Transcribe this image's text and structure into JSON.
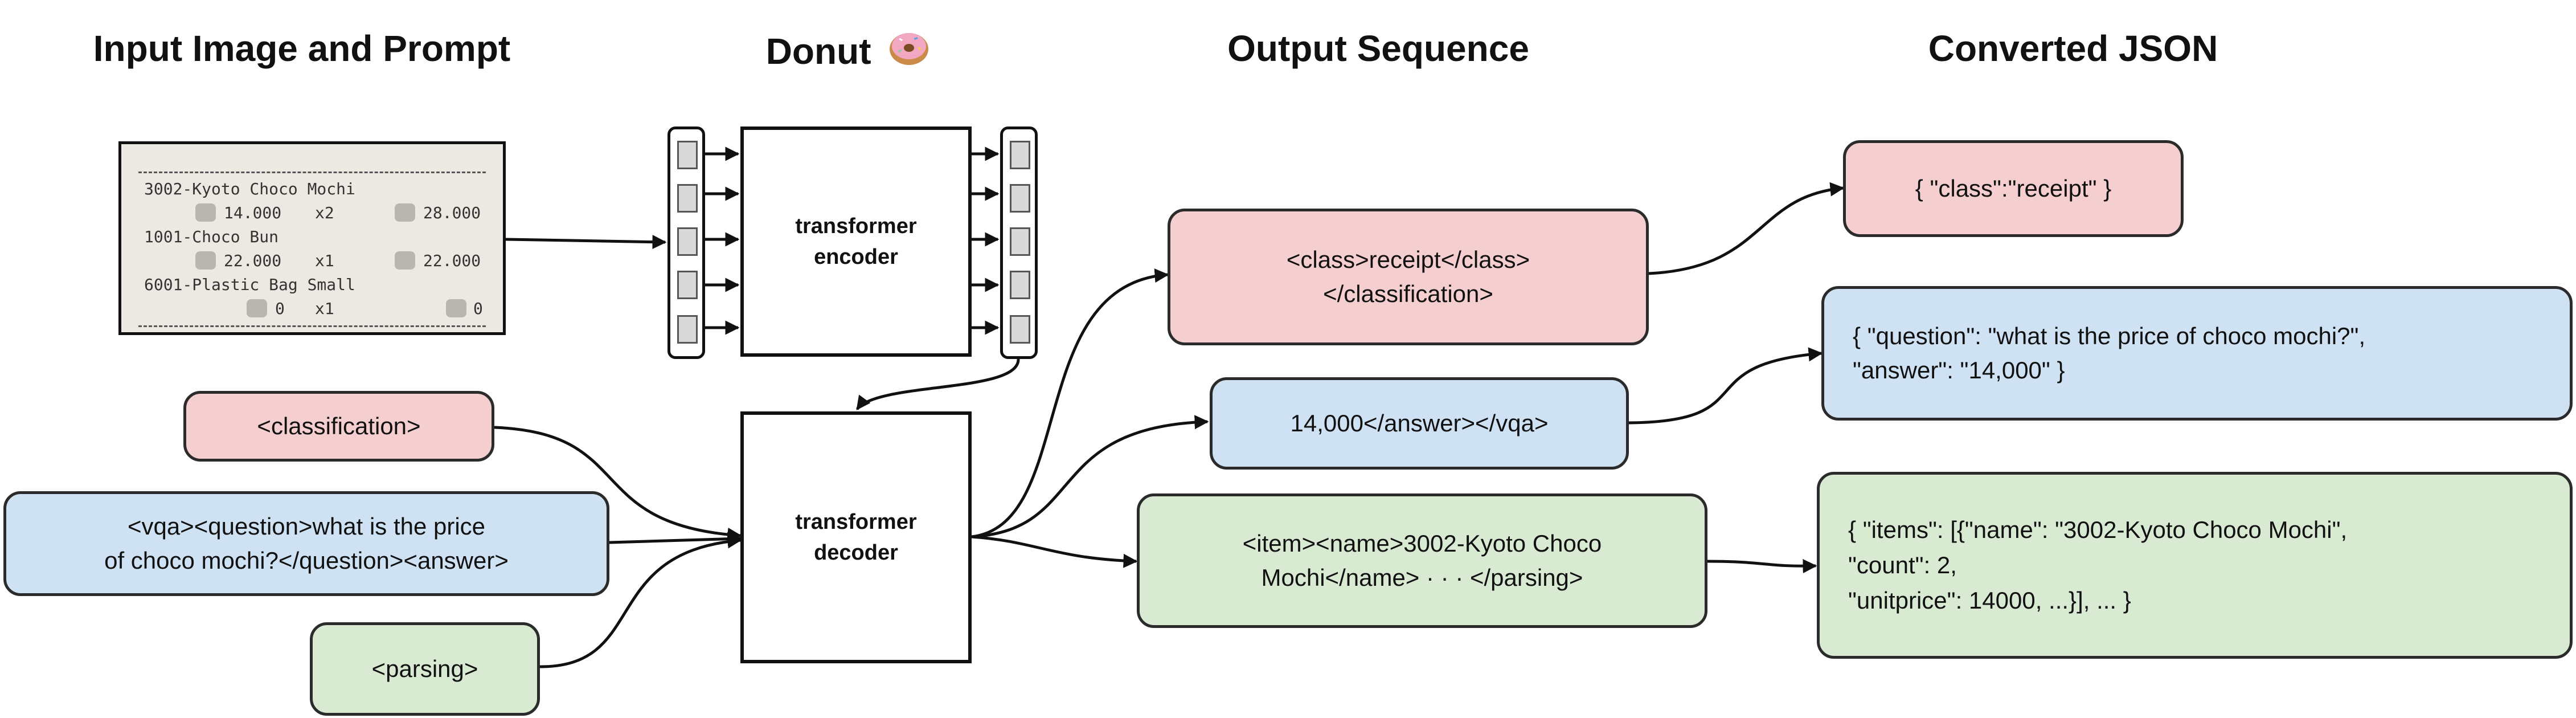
{
  "headers": {
    "input": "Input Image and Prompt",
    "donut": "Donut",
    "output": "Output Sequence",
    "json": "Converted JSON"
  },
  "receipt": {
    "lines": [
      {
        "text": "3002-Kyoto Choco Mochi"
      },
      {
        "text": "14.000",
        "qty": "x2",
        "total": "28.000"
      },
      {
        "text": "1001-Choco Bun"
      },
      {
        "text": "22.000",
        "qty": "x1",
        "total": "22.000"
      },
      {
        "text": "6001-Plastic Bag Small"
      },
      {
        "text": "0",
        "qty": "x1",
        "total": "0"
      }
    ]
  },
  "prompts": {
    "classification": "<classification>",
    "vqa": "<vqa><question>what is the price\nof choco mochi?</question><answer>",
    "parsing": "<parsing>"
  },
  "model": {
    "encoder": "transformer\nencoder",
    "decoder": "transformer\ndecoder"
  },
  "outputs": {
    "classification": "<class>receipt</class>\n</classification>",
    "vqa": "14,000</answer></vqa>",
    "parsing": "<item><name>3002-Kyoto Choco\nMochi</name> · · · </parsing>"
  },
  "json": {
    "classification": "{ \"class\":\"receipt\" }",
    "vqa": "{ \"question\": \"what is the price of choco mochi?\",\n   \"answer\": \"14,000\" }",
    "parsing": "{ \"items\": [{\"name\": \"3002-Kyoto Choco Mochi\",\n      \"count\": 2,\n      \"unitprice\": 14000, ...}], ... }"
  },
  "colors": {
    "pink": "#f5cfd0",
    "blue": "#cfe2f3",
    "green": "#d9ead3"
  }
}
